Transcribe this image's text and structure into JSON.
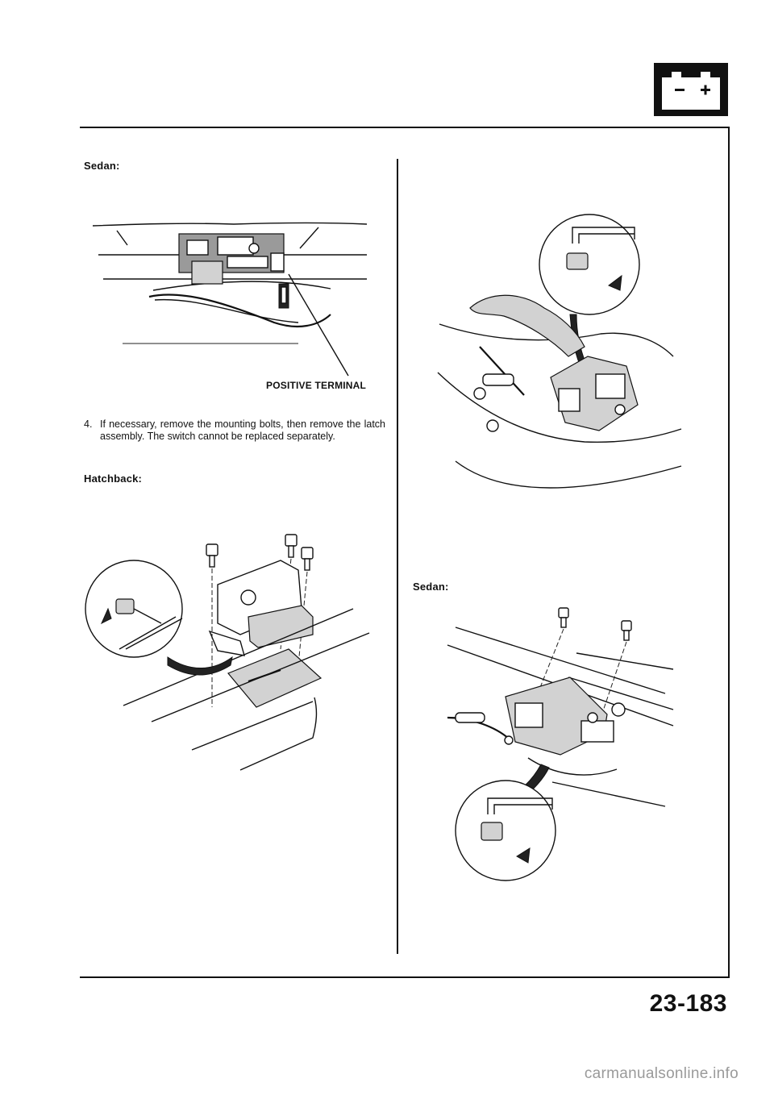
{
  "section_icon": "battery-icon",
  "labels": {
    "sedan_top": "Sedan:",
    "positive_terminal": "POSITIVE TERMINAL",
    "hatchback": "Hatchback:",
    "sedan_right": "Sedan:"
  },
  "step": {
    "number": "4.",
    "text": "If necessary, remove the mounting bolts, then remove the latch assembly. The switch cannot be replaced separately."
  },
  "page_number": "23-183",
  "footer_url": "carmanualsonline.info"
}
